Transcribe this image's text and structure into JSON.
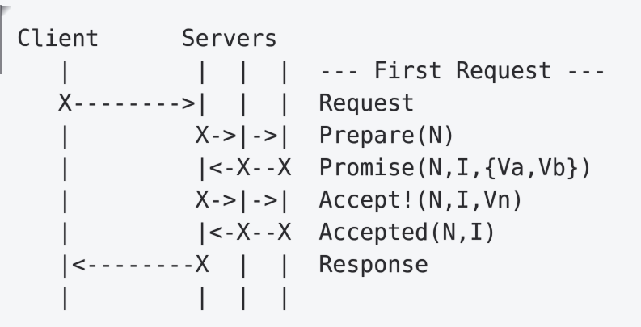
{
  "colors": {
    "background": "#f5f6f8",
    "text": "#2b2b2f"
  },
  "diagram": {
    "participants": [
      "Client",
      "Servers"
    ],
    "phase_label": "--- First Request ---",
    "message_labels": [
      "Request",
      "Prepare(N)",
      "Promise(N,I,{Va,Vb})",
      "Accept!(N,I,Vn)",
      "Accepted(N,I)",
      "Response"
    ],
    "lines": [
      "Client      Servers",
      "   |         |  |  |  --- First Request ---",
      "   X-------->|  |  |  Request",
      "   |         X->|->|  Prepare(N)",
      "   |         |<-X--X  Promise(N,I,{Va,Vb})",
      "   |         X->|->|  Accept!(N,I,Vn)",
      "   |         |<-X--X  Accepted(N,I)",
      "   |<--------X  |  |  Response",
      "   |         |  |  |"
    ]
  }
}
